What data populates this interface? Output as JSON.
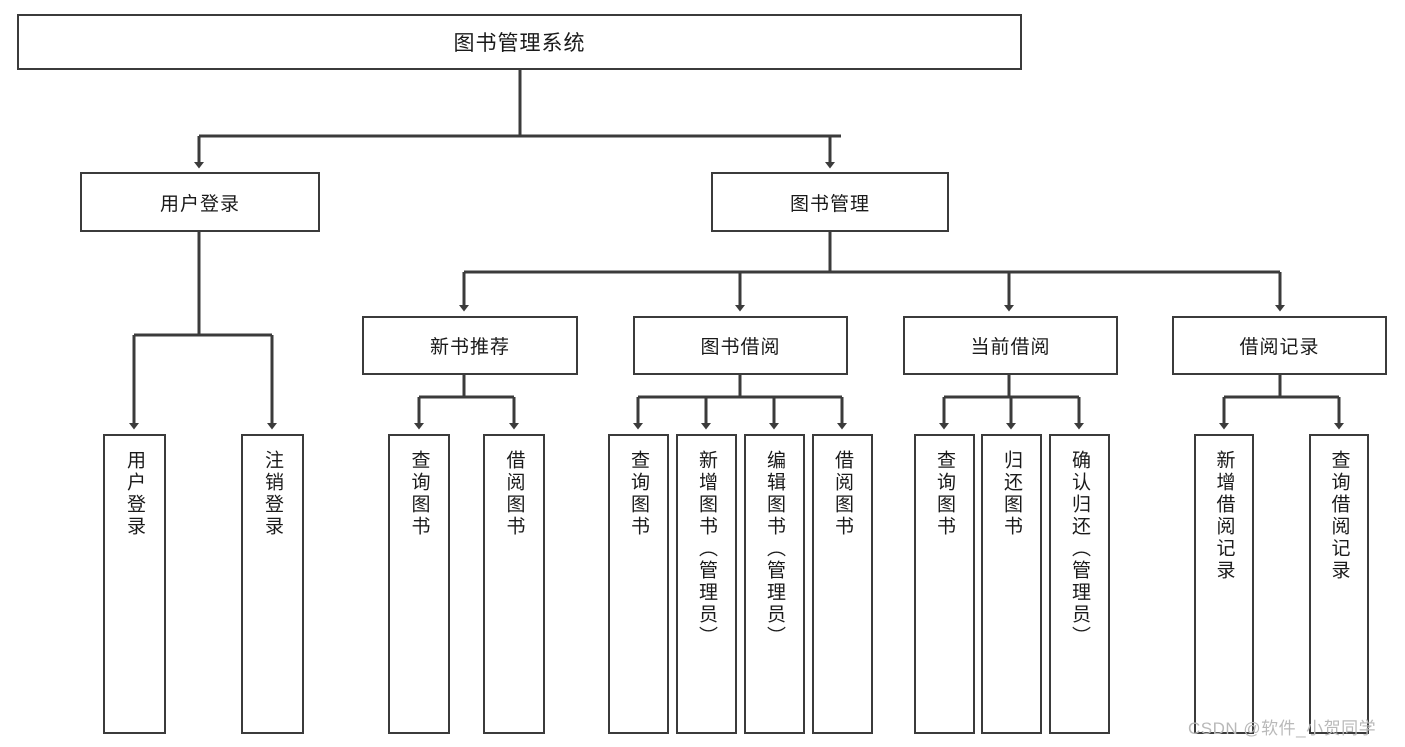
{
  "diagram": {
    "type": "tree-hierarchy",
    "title": "图书管理系统",
    "style": {
      "background": "#ffffff",
      "border_color": "#3b3b3b",
      "text_color": "#1a1a1a",
      "connector_color": "#3b3b3b",
      "watermark_color": "#b9b9b9"
    },
    "root": {
      "label": "图书管理系统"
    },
    "level2": [
      {
        "label": "用户登录"
      },
      {
        "label": "图书管理"
      }
    ],
    "level3": [
      {
        "label": "新书推荐"
      },
      {
        "label": "图书借阅"
      },
      {
        "label": "当前借阅"
      },
      {
        "label": "借阅记录"
      }
    ],
    "leaves": {
      "user_login": [
        {
          "label": "用户登录"
        },
        {
          "label": "注销登录"
        }
      ],
      "new_book_recommend": [
        {
          "label": "查询图书"
        },
        {
          "label": "借阅图书"
        }
      ],
      "book_borrow": [
        {
          "label": "查询图书"
        },
        {
          "label": "新增图书（管理员）"
        },
        {
          "label": "编辑图书（管理员）"
        },
        {
          "label": "借阅图书"
        }
      ],
      "current_borrow": [
        {
          "label": "查询图书"
        },
        {
          "label": "归还图书"
        },
        {
          "label": "确认归还（管理员）"
        }
      ],
      "borrow_record": [
        {
          "label": "新增借阅记录"
        },
        {
          "label": "查询借阅记录"
        }
      ]
    }
  },
  "watermark": {
    "text": "CSDN @软件_小贺同学"
  }
}
